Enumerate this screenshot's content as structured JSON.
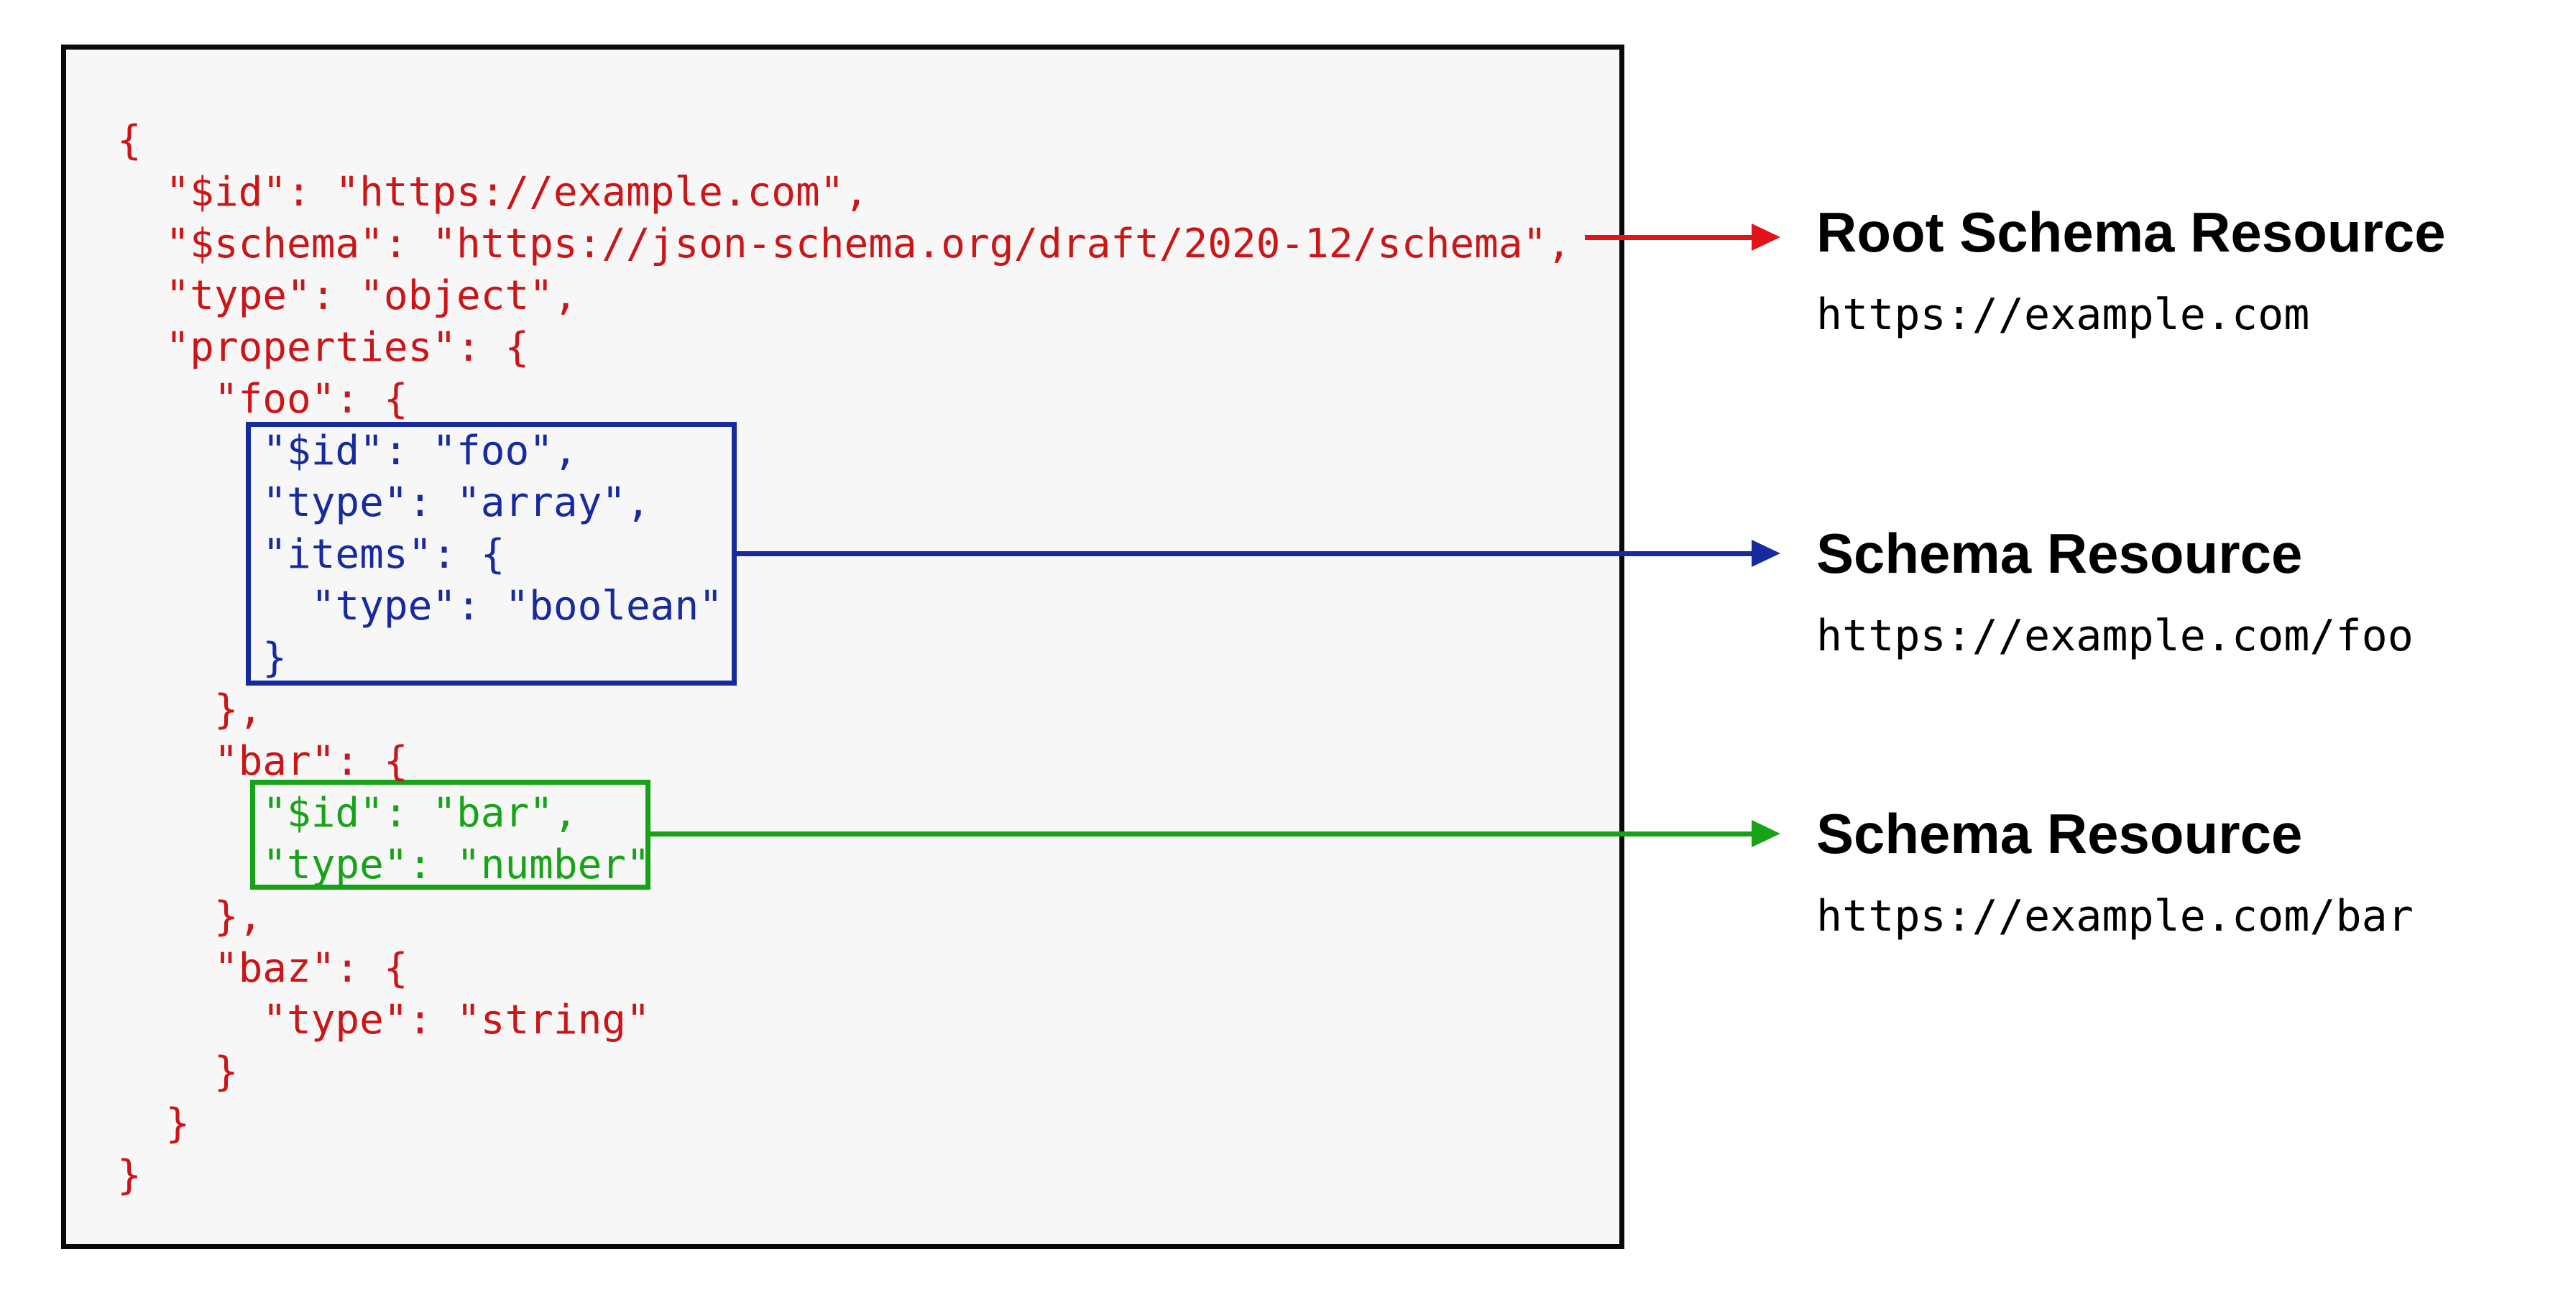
{
  "colors": {
    "code_red": "#cb1517",
    "arrow_red": "#e1141a",
    "resource_blue": "#172b9e",
    "resource_green": "#17a317",
    "panel_bg": "#f7f7f7",
    "panel_border": "#0a0a0a",
    "label_text": "#000000"
  },
  "code": {
    "language": "json",
    "segments": [
      {
        "name": "root-schema-part-1",
        "color_role": "code_red",
        "text": "{\n  \"$id\": \"https://example.com\",\n  \"$schema\": \"https://json-schema.org/draft/2020-12/schema\",\n  \"type\": \"object\",\n  \"properties\": {\n    \"foo\": {\n"
      },
      {
        "name": "foo-schema-resource",
        "color_role": "resource_blue",
        "text": "      \"$id\": \"foo\",\n      \"type\": \"array\",\n      \"items\": {\n        \"type\": \"boolean\"\n      }"
      },
      {
        "name": "root-schema-part-2",
        "color_role": "code_red",
        "text": "\n    },\n    \"bar\": {\n"
      },
      {
        "name": "bar-schema-resource",
        "color_role": "resource_green",
        "text": "      \"$id\": \"bar\",\n      \"type\": \"number\""
      },
      {
        "name": "root-schema-part-3",
        "color_role": "code_red",
        "text": "\n    },\n    \"baz\": {\n      \"type\": \"string\"\n    }\n  }\n}"
      }
    ]
  },
  "labels": [
    {
      "title": "Root Schema Resource",
      "url": "https://example.com",
      "arrow_color_role": "arrow_red"
    },
    {
      "title": "Schema Resource",
      "url": "https://example.com/foo",
      "arrow_color_role": "resource_blue"
    },
    {
      "title": "Schema Resource",
      "url": "https://example.com/bar",
      "arrow_color_role": "resource_green"
    }
  ]
}
